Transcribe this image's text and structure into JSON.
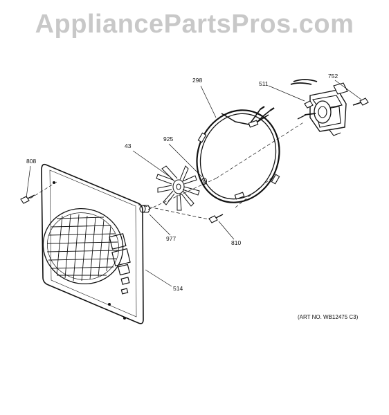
{
  "watermark": "AppliancePartsPros.com",
  "art_number": "(ART NO. WB12475 C3)",
  "parts": [
    {
      "id": "298",
      "name": "heating-element"
    },
    {
      "id": "511",
      "name": "fan-motor"
    },
    {
      "id": "752",
      "name": "motor-screw"
    },
    {
      "id": "925",
      "name": "washer"
    },
    {
      "id": "43",
      "name": "fan-blade"
    },
    {
      "id": "808",
      "name": "cover-screw"
    },
    {
      "id": "977",
      "name": "nut"
    },
    {
      "id": "810",
      "name": "element-screw"
    },
    {
      "id": "514",
      "name": "convection-cover"
    }
  ]
}
